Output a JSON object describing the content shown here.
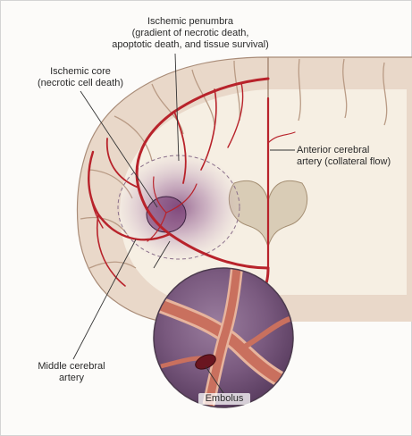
{
  "labels": {
    "ischemic_penumbra": "Ischemic penumbra\n(gradient of necrotic death,\napoptotic death, and tissue survival)",
    "ischemic_core": "Ischemic core\n(necrotic cell death)",
    "anterior_cerebral_artery": "Anterior cerebral\nartery (collateral flow)",
    "middle_cerebral_artery": "Middle cerebral\nartery",
    "embolus": "Embolus"
  },
  "colors": {
    "brain_tissue": "#f3eadd",
    "cortex_gray": "#e7d6c8",
    "artery_red": "#b8232b",
    "penumbra_purple": "#8a4f89",
    "magnified_background": "#7e5a80",
    "ventricle": "#d6cbb8"
  }
}
